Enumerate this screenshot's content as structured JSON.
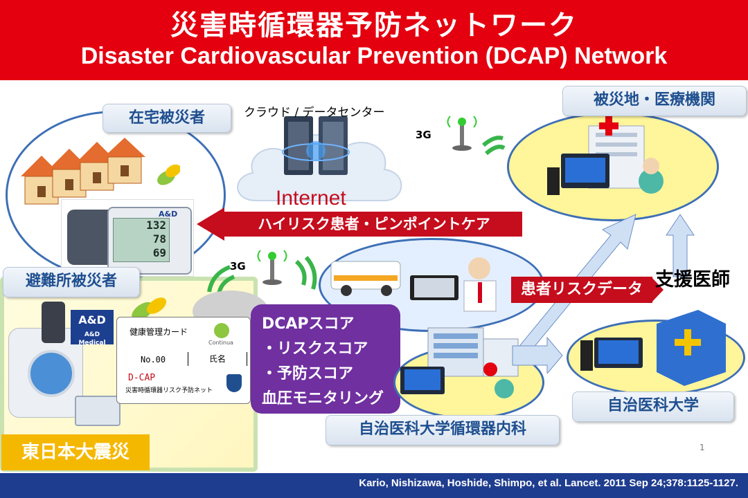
{
  "header": {
    "title_ja": "災害時循環器予防ネットワーク",
    "title_en": "Disaster Cardiovascular Prevention (DCAP) Network"
  },
  "labels": {
    "home_victims": "在宅被災者",
    "cloud_datacenter": "クラウド / データセンター",
    "internet": "Internet",
    "hospital_disaster_area": "被災地・医療機関",
    "shelter_victims": "避難所被災者",
    "support_doctor": "支援医師",
    "jichi_univ": "自治医科大学",
    "jichi_cardiology": "自治医科大学循環器内科",
    "east_japan_quake": "東日本大震災",
    "signal_3g_top": "3G",
    "signal_3g_mid": "3G",
    "page_number": "1"
  },
  "arrows": {
    "high_risk_care": "ハイリスク患者・ピンポイントケア",
    "patient_risk_data": "患者リスクデータ"
  },
  "dcap_box": {
    "lines": [
      "DCAPスコア",
      "・リスクスコア",
      "・予防スコア",
      "血圧モニタリング"
    ]
  },
  "bp_monitor": {
    "brand": "A&D",
    "sys": "132",
    "dia": "78",
    "pulse": "69"
  },
  "device": {
    "brand": "A&D",
    "brand_sub": "A&D Medical"
  },
  "health_card": {
    "title": "健康管理カード",
    "logo": "Continua",
    "number": "No.00",
    "name_field": "氏名",
    "brand": "D-CAP",
    "subtitle": "災害時循環器リスク予防ネット"
  },
  "citation": "Kario, Nishizawa, Hoshide, Shimpo, et al. Lancet. 2011 Sep 24;378:1125-1127.",
  "colors": {
    "header_red": "#e4000f",
    "arrow_red": "#c50d1d",
    "dcap_purple": "#7030a0",
    "label_blue": "#1f4f8f",
    "ellipse_yellow": "#fff59a",
    "footer_blue": "#1f3d8f",
    "highlight_orange": "#f5b800"
  }
}
